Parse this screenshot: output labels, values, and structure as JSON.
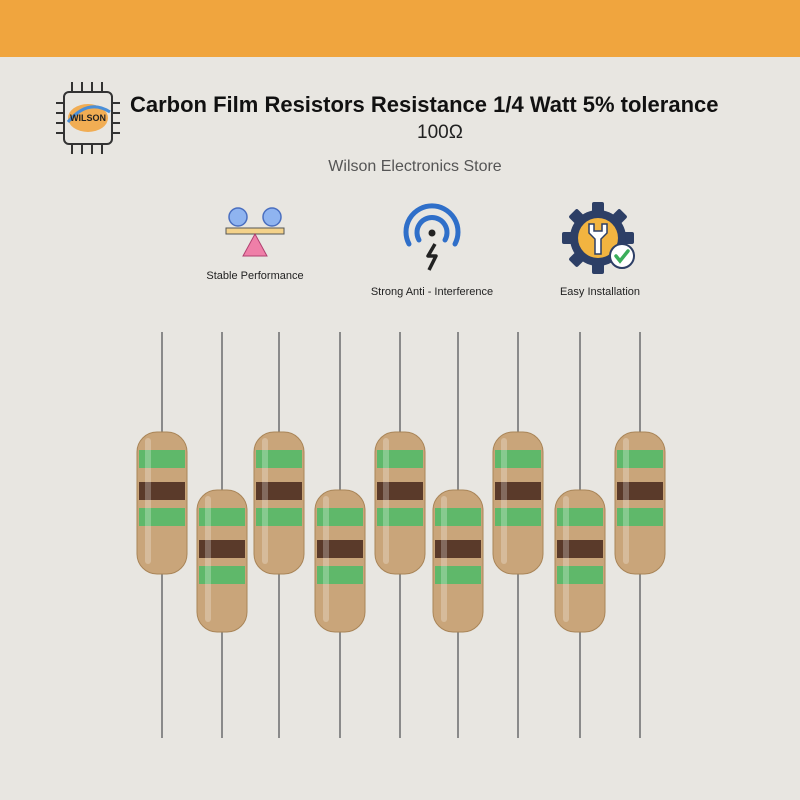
{
  "header": {
    "title": "Carbon Film Resistors Resistance 1/4 Watt 5% tolerance",
    "subtitle": "100Ω",
    "store_name": "Wilson Electronics Store",
    "logo_text": "WILSON"
  },
  "features": [
    {
      "label": "Stable Performance",
      "icon": "balance-scale-icon"
    },
    {
      "label": "Strong Anti - Interference",
      "icon": "signal-antenna-icon"
    },
    {
      "label": "Easy Installation",
      "icon": "gear-wrench-check-icon"
    }
  ],
  "colors": {
    "top_bar": "#f0a53e",
    "background": "#e8e6e1",
    "band_green": "#5fb86a",
    "band_brown": "#5a3a2a",
    "resistor_body": "#c9a57a"
  },
  "resistors": [
    {
      "offset": "high"
    },
    {
      "offset": "low"
    },
    {
      "offset": "high"
    },
    {
      "offset": "low"
    },
    {
      "offset": "high"
    },
    {
      "offset": "low"
    },
    {
      "offset": "high"
    },
    {
      "offset": "low"
    },
    {
      "offset": "high"
    }
  ]
}
